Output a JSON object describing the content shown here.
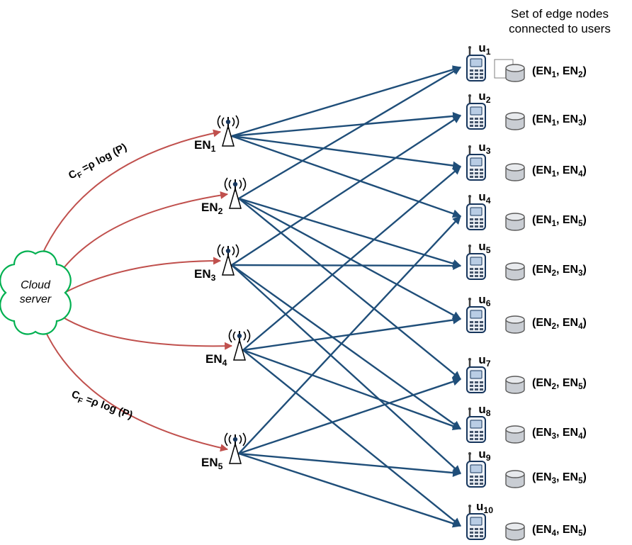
{
  "title": {
    "line1": "Set of edge nodes",
    "line2": "connected to users"
  },
  "cloud": {
    "line1": "Cloud",
    "line2": "server"
  },
  "fronthaul_label": {
    "pre": "C",
    "sub": "F",
    "post": " =ρ log (P)"
  },
  "colors": {
    "cloud_stroke": "#00b050",
    "fronthaul_link": "#c0504d",
    "access_link": "#1f4e79",
    "text": "#000000"
  },
  "edge_nodes": [
    "EN1",
    "EN2",
    "EN3",
    "EN4",
    "EN5"
  ],
  "users": [
    {
      "id": "u1",
      "connected_to": [
        "EN1",
        "EN2"
      ]
    },
    {
      "id": "u2",
      "connected_to": [
        "EN1",
        "EN3"
      ]
    },
    {
      "id": "u3",
      "connected_to": [
        "EN1",
        "EN4"
      ]
    },
    {
      "id": "u4",
      "connected_to": [
        "EN1",
        "EN5"
      ]
    },
    {
      "id": "u5",
      "connected_to": [
        "EN2",
        "EN3"
      ]
    },
    {
      "id": "u6",
      "connected_to": [
        "EN2",
        "EN4"
      ]
    },
    {
      "id": "u7",
      "connected_to": [
        "EN2",
        "EN5"
      ]
    },
    {
      "id": "u8",
      "connected_to": [
        "EN3",
        "EN4"
      ]
    },
    {
      "id": "u9",
      "connected_to": [
        "EN3",
        "EN5"
      ]
    },
    {
      "id": "u10",
      "connected_to": [
        "EN4",
        "EN5"
      ]
    }
  ]
}
